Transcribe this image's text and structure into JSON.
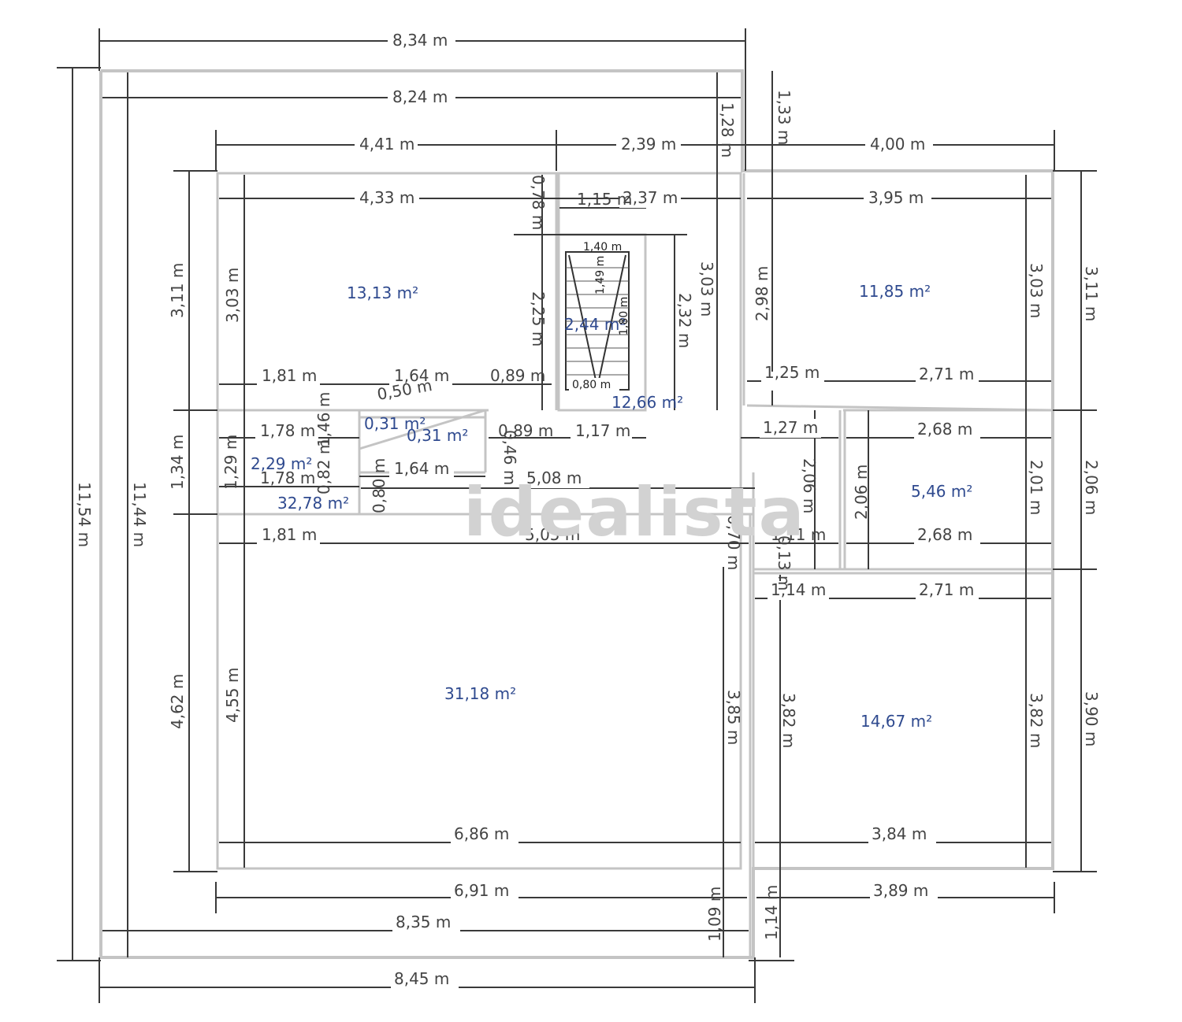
{
  "watermark": "idealista",
  "areas": {
    "room_top_left": "13,13 m²",
    "stair": "2,44 m²",
    "hall_top": "12,66 m²",
    "room_top_right": "11,85 m²",
    "small_a": "0,31 m²",
    "small_b": "0,31 m²",
    "bath_left": "2,29 m²",
    "corridor": "32,78 m²",
    "room_mid_right": "5,46 m²",
    "living": "31,18 m²",
    "room_bottom_right": "14,67 m²"
  },
  "dims": {
    "d_834": "8,34 m",
    "d_824": "8,24 m",
    "d_441": "4,41 m",
    "d_239": "2,39 m",
    "d_400": "4,00 m",
    "d_433": "4,33 m",
    "d_237": "2,37 m",
    "d_395": "3,95 m",
    "d_115": "1,15 m",
    "d_078": "0,78 m",
    "d_128": "1,28 m",
    "d_133": "1,33 m",
    "d_311l": "3,11 m",
    "d_303l": "3,03 m",
    "d_225": "2,25 m",
    "d_232": "2,32 m",
    "d_303m": "3,03 m",
    "d_298": "2,98 m",
    "d_303r": "3,03 m",
    "d_311r": "3,11 m",
    "d_181a": "1,81 m",
    "d_164a": "1,64 m",
    "d_089a": "0,89 m",
    "d_125": "1,25 m",
    "d_271a": "2,71 m",
    "d_050": "0,50 m",
    "d_178a": "1,78 m",
    "d_089b": "0,89 m",
    "d_117": "1,17 m",
    "d_127": "1,27 m",
    "d_268a": "2,68 m",
    "d_134": "1,34 m",
    "d_129": "1,29 m",
    "d_178b": "1,78 m",
    "d_164b": "1,64 m",
    "d_508": "5,08 m",
    "d_206a": "2,06 m",
    "d_206b": "2,06 m",
    "d_201": "2,01 m",
    "d_206c": "2,06 m",
    "d_181b": "1,81 m",
    "d_505": "5,05 m",
    "d_070": "0,70 m",
    "d_111": "1,11 m",
    "d_268b": "2,68 m",
    "d_114a": "1,14 m",
    "d_271b": "2,71 m",
    "d_1154": "11,54 m",
    "d_1144": "11,44 m",
    "d_462": "4,62 m",
    "d_455": "4,55 m",
    "d_385": "3,85 m",
    "d_382a": "3,82 m",
    "d_382b": "3,82 m",
    "d_390": "3,90 m",
    "d_686": "6,86 m",
    "d_384": "3,84 m",
    "d_691": "6,91 m",
    "d_389": "3,89 m",
    "d_109": "1,09 m",
    "d_114b": "1,14 m",
    "d_835": "8,35 m",
    "d_845": "8,45 m",
    "d_080": "0,80 m",
    "d_146": "1,46 m",
    "d_080b": "0,80 m",
    "d_149": "1,49 m",
    "d_180": "1,80 m",
    "d_140": "1,40 m",
    "d_082": "0,82 m",
    "d_046": "0,46 m",
    "d_013": "0,13 m"
  }
}
